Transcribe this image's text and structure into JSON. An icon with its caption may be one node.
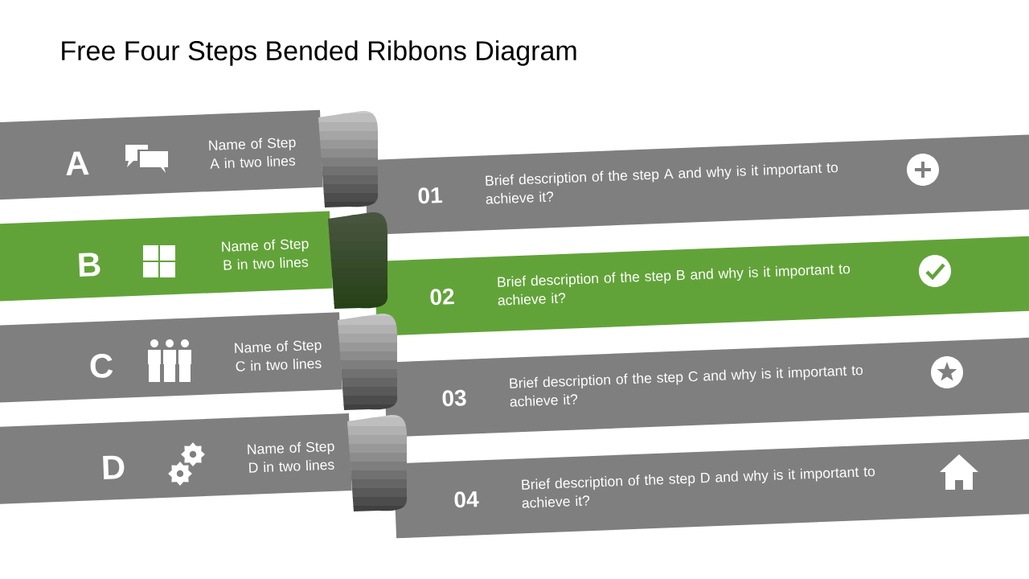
{
  "diagram": {
    "title": "Free Four Steps Bended Ribbons Diagram",
    "nodes": [
      {
        "text": [
          "A",
          "Name of Step A in two lines"
        ]
      },
      {
        "text": [
          "01",
          "Brief description of the step A and why is it important to achieve it?"
        ]
      },
      {
        "text": [
          "B",
          "Name of Step B in two lines"
        ]
      },
      {
        "text": [
          "02",
          "Brief description of the step B and why is it important to achieve it?"
        ]
      },
      {
        "text": [
          "C",
          "Name of Step C in two lines"
        ]
      },
      {
        "text": [
          "03",
          "Brief description of the step C and why is it important to achieve it?"
        ]
      },
      {
        "text": [
          "D",
          "Name of Step D in two lines"
        ]
      },
      {
        "text": [
          "04",
          "Brief description of the step D and why is it important to achieve it?"
        ]
      }
    ]
  }
}
